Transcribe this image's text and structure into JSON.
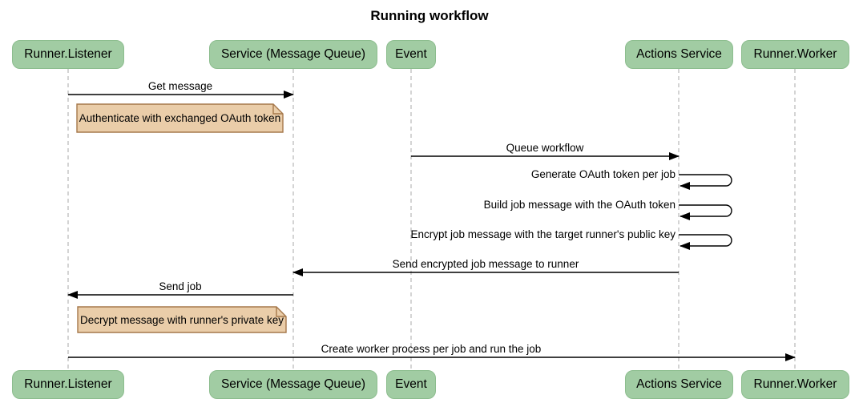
{
  "title": "Running workflow",
  "participants": [
    {
      "name": "Runner.Listener"
    },
    {
      "name": "Service (Message Queue)"
    },
    {
      "name": "Event"
    },
    {
      "name": "Actions Service"
    },
    {
      "name": "Runner.Worker"
    }
  ],
  "messages": [
    {
      "type": "arrow",
      "from": "Runner.Listener",
      "to": "Service (Message Queue)",
      "label": "Get message"
    },
    {
      "type": "note",
      "over": "Runner.Listener",
      "label": "Authenticate with exchanged OAuth token"
    },
    {
      "type": "arrow",
      "from": "Event",
      "to": "Actions Service",
      "label": "Queue workflow"
    },
    {
      "type": "self",
      "on": "Actions Service",
      "label": "Generate OAuth token per job"
    },
    {
      "type": "self",
      "on": "Actions Service",
      "label": "Build job message with the OAuth token"
    },
    {
      "type": "self",
      "on": "Actions Service",
      "label": "Encrypt job message with the target runner's public key"
    },
    {
      "type": "arrow",
      "from": "Actions Service",
      "to": "Service (Message Queue)",
      "label": "Send encrypted job message to runner"
    },
    {
      "type": "arrow",
      "from": "Service (Message Queue)",
      "to": "Runner.Listener",
      "label": "Send job"
    },
    {
      "type": "note",
      "over": "Runner.Listener",
      "label": "Decrypt message with runner's private key"
    },
    {
      "type": "arrow",
      "from": "Runner.Listener",
      "to": "Runner.Worker",
      "label": "Create worker process per job and run the job"
    }
  ],
  "colors": {
    "participant_fill": "#A1CCA3",
    "participant_border": "#8CBD8E",
    "note_fill": "#EACDA9",
    "note_border": "#A5784B",
    "lifeline": "#A8A8A8",
    "line": "#000000",
    "background": "#FFFFFF"
  }
}
